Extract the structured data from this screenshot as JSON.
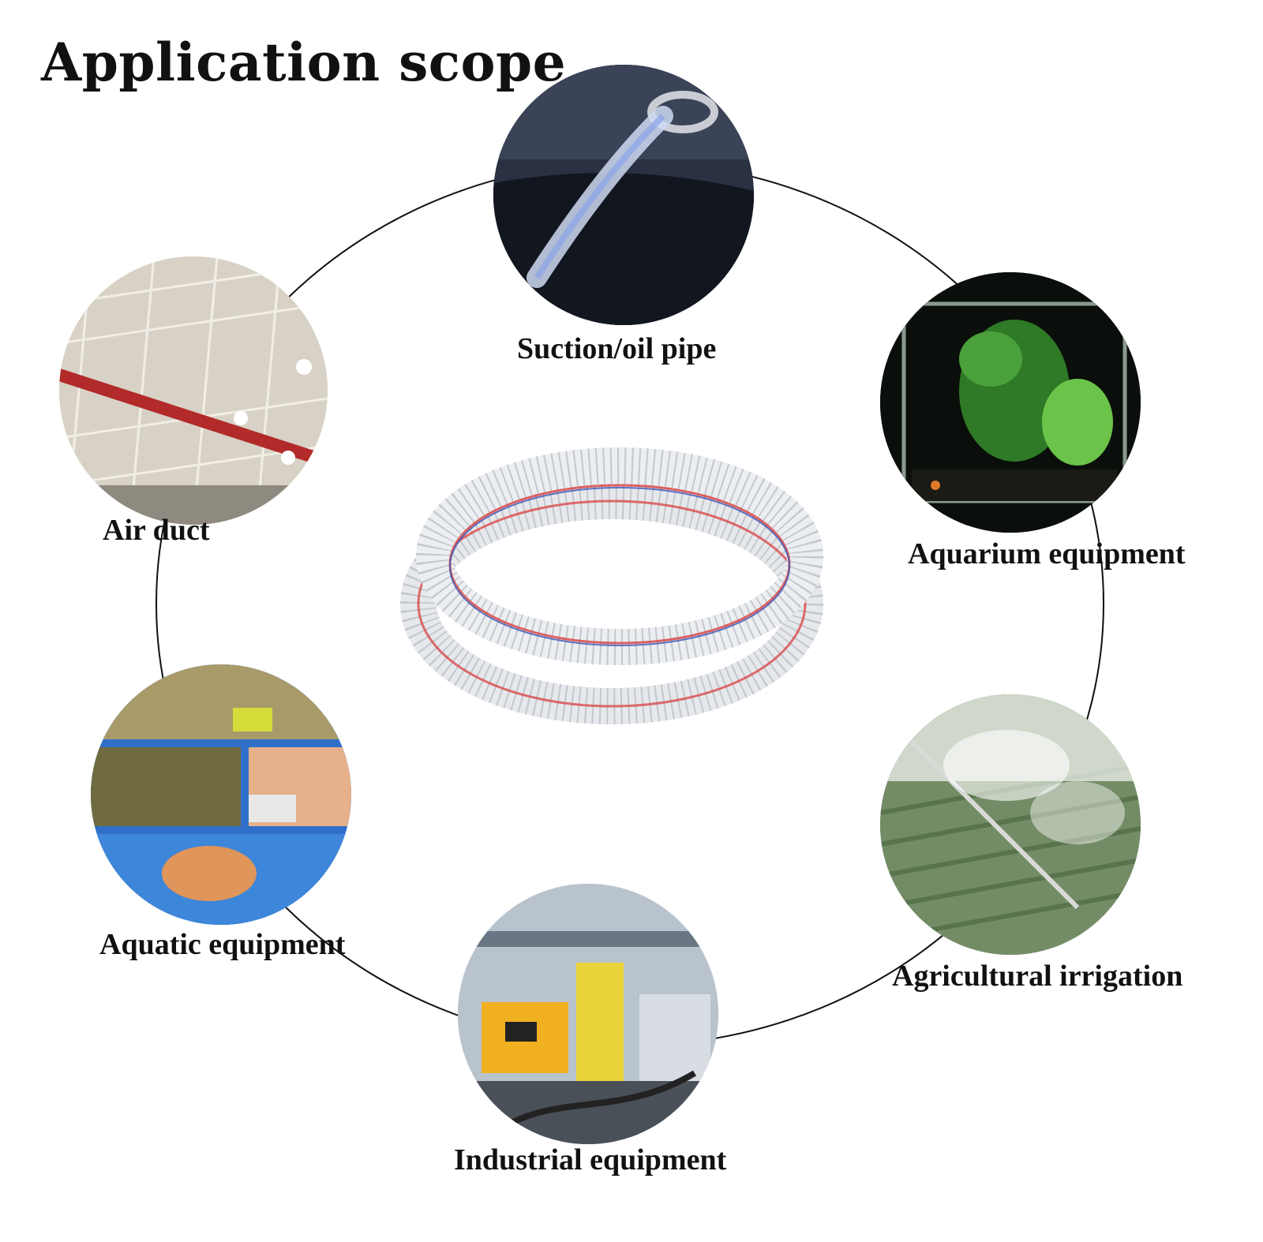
{
  "title": "Application scope",
  "applications": [
    {
      "label": "Suction/oil pipe",
      "image": "fuel-tank-hose-photo"
    },
    {
      "label": "Air duct",
      "image": "warehouse-ceiling-duct-photo"
    },
    {
      "label": "Aquarium equipment",
      "image": "aquarium-tank-photo"
    },
    {
      "label": "Aquatic equipment",
      "image": "seafood-tanks-photo"
    },
    {
      "label": "Agricultural irrigation",
      "image": "field-sprinkler-photo"
    },
    {
      "label": "Industrial equipment",
      "image": "factory-machinery-photo"
    }
  ],
  "product": "clear-spiral-steel-wire-hose-coil"
}
